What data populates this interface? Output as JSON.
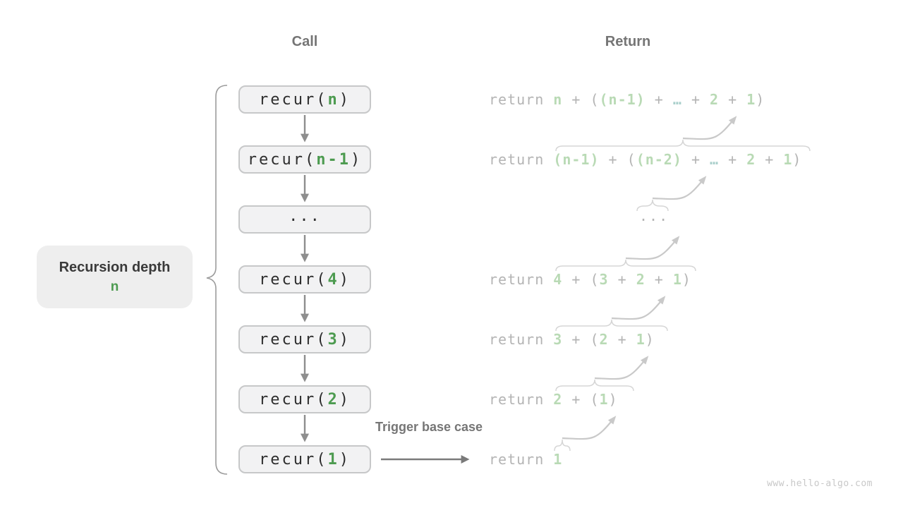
{
  "headers": {
    "call": "Call",
    "return_label": "Return"
  },
  "side_label": {
    "title": "Recursion depth",
    "value": "n"
  },
  "annotations": {
    "trigger": "Trigger base case"
  },
  "watermark": "www.hello-algo.com",
  "colors": {
    "accent_green": "#4d9b50",
    "faded_green": "#b9dab5",
    "faded_teal": "#a9cfcb",
    "faded_gray": "#b4b4b4",
    "ink": "#2d2d2d",
    "box_fill": "#f2f2f3",
    "box_border": "#c7c8c9",
    "arrow_gray": "#8e8e8e",
    "light_arrow_gray": "#c9c9c9"
  },
  "call_column": {
    "boxes": [
      {
        "parts": [
          {
            "t": "recur(",
            "c": "d"
          },
          {
            "t": "n",
            "c": "a"
          },
          {
            "t": ")",
            "c": "d"
          }
        ]
      },
      {
        "parts": [
          {
            "t": "recur(",
            "c": "d"
          },
          {
            "t": "n-1",
            "c": "a"
          },
          {
            "t": ")",
            "c": "d"
          }
        ]
      },
      {
        "parts": [
          {
            "t": "...",
            "c": "d"
          }
        ]
      },
      {
        "parts": [
          {
            "t": "recur(",
            "c": "d"
          },
          {
            "t": "4",
            "c": "a"
          },
          {
            "t": ")",
            "c": "d"
          }
        ]
      },
      {
        "parts": [
          {
            "t": "recur(",
            "c": "d"
          },
          {
            "t": "3",
            "c": "a"
          },
          {
            "t": ")",
            "c": "d"
          }
        ]
      },
      {
        "parts": [
          {
            "t": "recur(",
            "c": "d"
          },
          {
            "t": "2",
            "c": "a"
          },
          {
            "t": ")",
            "c": "d"
          }
        ]
      },
      {
        "parts": [
          {
            "t": "recur(",
            "c": "d"
          },
          {
            "t": "1",
            "c": "a"
          },
          {
            "t": ")",
            "c": "d"
          }
        ]
      }
    ]
  },
  "return_column": {
    "rows": [
      {
        "tokens": [
          {
            "t": "return ",
            "c": "g"
          },
          {
            "t": "n",
            "c": "v"
          },
          {
            "t": " + ",
            "c": "g"
          },
          {
            "t": "(",
            "c": "g"
          },
          {
            "t": "(n-1)",
            "c": "v"
          },
          {
            "t": " + ",
            "c": "g"
          },
          {
            "t": "…",
            "c": "e"
          },
          {
            "t": " + ",
            "c": "g"
          },
          {
            "t": "2",
            "c": "v"
          },
          {
            "t": " + ",
            "c": "g"
          },
          {
            "t": "1",
            "c": "v"
          },
          {
            "t": ")",
            "c": "g"
          }
        ]
      },
      {
        "tokens": [
          {
            "t": "return ",
            "c": "g"
          },
          {
            "t": "(n-1)",
            "c": "v"
          },
          {
            "t": " + ",
            "c": "g"
          },
          {
            "t": "(",
            "c": "g"
          },
          {
            "t": "(n-2)",
            "c": "v"
          },
          {
            "t": " + ",
            "c": "g"
          },
          {
            "t": "…",
            "c": "e"
          },
          {
            "t": " + ",
            "c": "g"
          },
          {
            "t": "2",
            "c": "v"
          },
          {
            "t": " + ",
            "c": "g"
          },
          {
            "t": "1",
            "c": "v"
          },
          {
            "t": ")",
            "c": "g"
          }
        ]
      },
      {
        "tokens": [
          {
            "t": "...",
            "c": "g"
          }
        ]
      },
      {
        "tokens": [
          {
            "t": "return ",
            "c": "g"
          },
          {
            "t": "4",
            "c": "v"
          },
          {
            "t": " + ",
            "c": "g"
          },
          {
            "t": "(",
            "c": "g"
          },
          {
            "t": "3",
            "c": "v"
          },
          {
            "t": " + ",
            "c": "g"
          },
          {
            "t": "2",
            "c": "v"
          },
          {
            "t": " + ",
            "c": "g"
          },
          {
            "t": "1",
            "c": "v"
          },
          {
            "t": ")",
            "c": "g"
          }
        ]
      },
      {
        "tokens": [
          {
            "t": "return ",
            "c": "g"
          },
          {
            "t": "3",
            "c": "v"
          },
          {
            "t": " + ",
            "c": "g"
          },
          {
            "t": "(",
            "c": "g"
          },
          {
            "t": "2",
            "c": "v"
          },
          {
            "t": " + ",
            "c": "g"
          },
          {
            "t": "1",
            "c": "v"
          },
          {
            "t": ")",
            "c": "g"
          }
        ]
      },
      {
        "tokens": [
          {
            "t": "return ",
            "c": "g"
          },
          {
            "t": "2",
            "c": "v"
          },
          {
            "t": " + ",
            "c": "g"
          },
          {
            "t": "(",
            "c": "g"
          },
          {
            "t": "1",
            "c": "v"
          },
          {
            "t": ")",
            "c": "g"
          }
        ]
      },
      {
        "tokens": [
          {
            "t": "return ",
            "c": "g"
          },
          {
            "t": "1",
            "c": "v"
          }
        ]
      }
    ]
  }
}
